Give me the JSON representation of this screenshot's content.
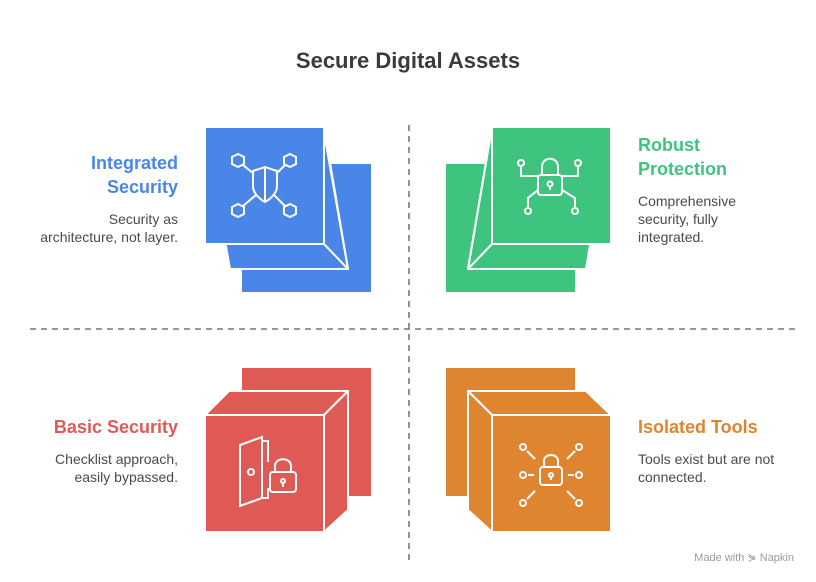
{
  "title": "Secure Digital Assets",
  "quadrants": {
    "integrated": {
      "title_line1": "Integrated",
      "title_line2": "Security",
      "desc_line1": "Security as",
      "desc_line2": "architecture, not layer.",
      "color": "#4a86e8",
      "icon": "shield-network-icon"
    },
    "robust": {
      "title_line1": "Robust",
      "title_line2": "Protection",
      "desc_line1": "Comprehensive",
      "desc_line2": "security, fully",
      "desc_line3": "integrated.",
      "color": "#3fc480",
      "icon": "padlock-circuit-icon"
    },
    "basic": {
      "title": "Basic Security",
      "desc_line1": "Checklist approach,",
      "desc_line2": "easily bypassed.",
      "color": "#e05a55",
      "icon": "door-padlock-icon"
    },
    "isolated": {
      "title": "Isolated Tools",
      "desc_line1": "Tools exist but are not",
      "desc_line2": "connected.",
      "color": "#df842f",
      "icon": "padlock-disconnected-nodes-icon"
    }
  },
  "footer": "Made with ⋟ Napkin"
}
